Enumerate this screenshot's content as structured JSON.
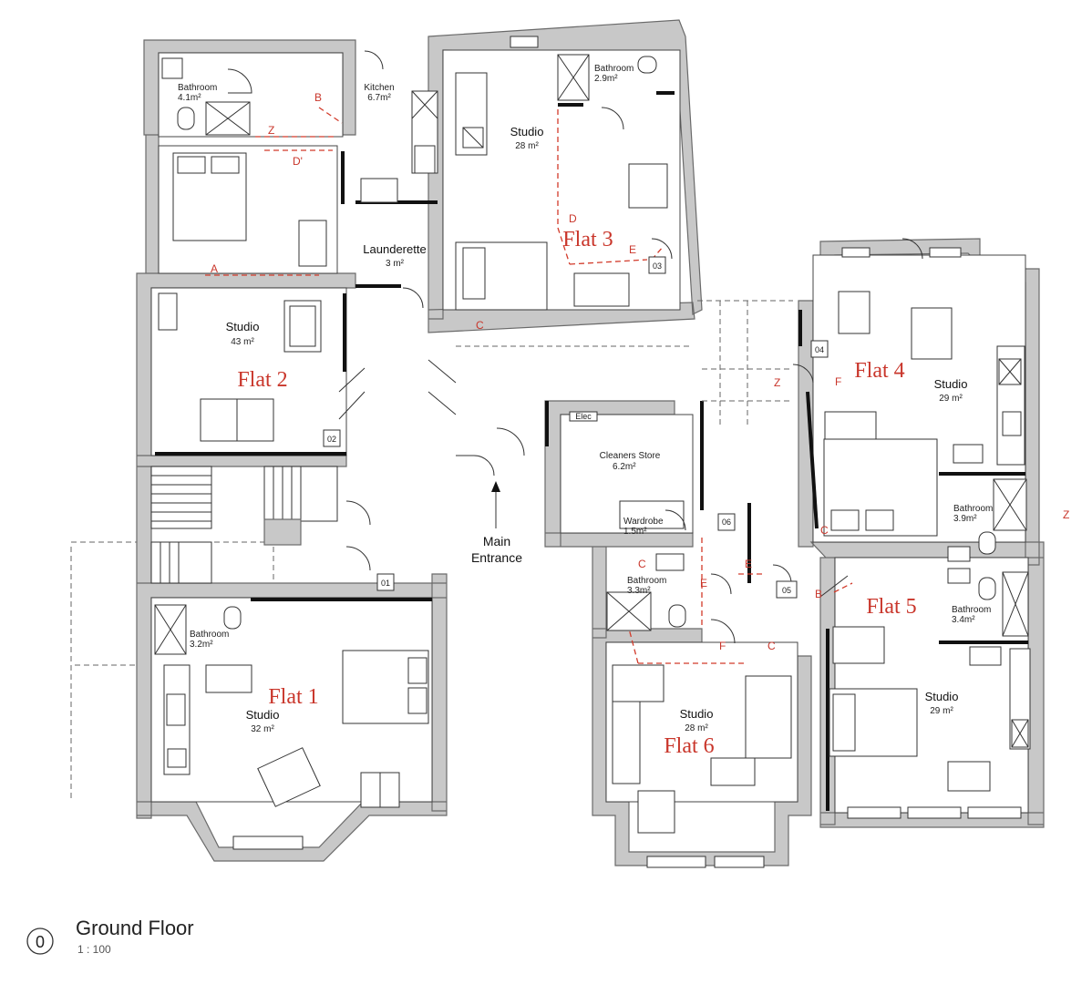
{
  "drawing": {
    "title": "Ground Floor",
    "scale": "1 : 100",
    "level_number": "0"
  },
  "flats": {
    "flat1": {
      "label": "Flat 1",
      "studio_name": "Studio",
      "studio_area": "32 m²",
      "bath_name": "Bathroom",
      "bath_area": "3.2m²",
      "door": "01"
    },
    "flat2": {
      "label": "Flat 2",
      "studio_name": "Studio",
      "studio_area": "43 m²",
      "bath_name": "Bathroom",
      "bath_area": "4.1m²",
      "door": "02"
    },
    "flat3": {
      "label": "Flat 3",
      "studio_name": "Studio",
      "studio_area": "28 m²",
      "bath_name": "Bathroom",
      "bath_area": "2.9m²",
      "door": "03"
    },
    "flat4": {
      "label": "Flat 4",
      "studio_name": "Studio",
      "studio_area": "29 m²",
      "bath_name": "Bathroom",
      "bath_area": "3.9m²",
      "door": "04"
    },
    "flat5": {
      "label": "Flat 5",
      "studio_name": "Studio",
      "studio_area": "29 m²",
      "bath_name": "Bathroom",
      "bath_area": "3.4m²",
      "door": "05"
    },
    "flat6": {
      "label": "Flat 6",
      "studio_name": "Studio",
      "studio_area": "28 m²",
      "bath_name": "Bathroom",
      "bath_area": "3.3m²",
      "door": "06"
    }
  },
  "shared": {
    "kitchen_name": "Kitchen",
    "kitchen_area": "6.7m²",
    "launderette_name": "Launderette",
    "launderette_area": "3 m²",
    "cleaners_name": "Cleaners Store",
    "cleaners_area": "6.2m²",
    "wardrobe_name": "Wardrobe",
    "wardrobe_area": "1.5m²",
    "main_entrance_line1": "Main",
    "main_entrance_line2": "Entrance",
    "store_tag": "Elec"
  },
  "section_markers": {
    "a": "A",
    "b": "B",
    "c": "C",
    "d": "D",
    "d_prime": "D'",
    "e": "E",
    "f": "F",
    "z": "Z"
  },
  "colors": {
    "wall_fill": "#c8c8c8",
    "annotation_red": "#c9362b"
  }
}
